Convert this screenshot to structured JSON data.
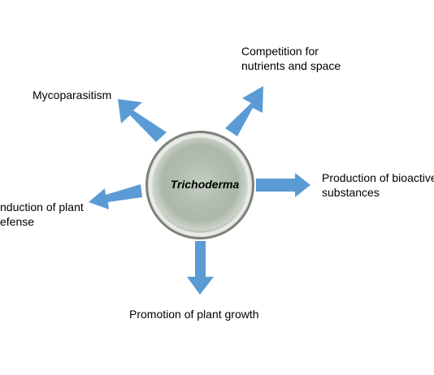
{
  "center": {
    "label": "Trichoderma",
    "icon": "petri-dish-culture-image"
  },
  "outcomes": [
    {
      "id": "mycoparasitism",
      "text": "Mycoparasitism"
    },
    {
      "id": "competition",
      "text_lines": [
        "Competition for",
        "nutrients and space"
      ]
    },
    {
      "id": "bioactive",
      "text_lines": [
        "Production of bioactive",
        "substances"
      ]
    },
    {
      "id": "plant-defense",
      "text_lines": [
        "nduction of plant",
        "efense"
      ]
    },
    {
      "id": "plant-growth",
      "text": "Promotion of plant growth"
    }
  ],
  "colors": {
    "arrow": "#5b9bd5",
    "text": "#000000",
    "background": "#ffffff"
  }
}
